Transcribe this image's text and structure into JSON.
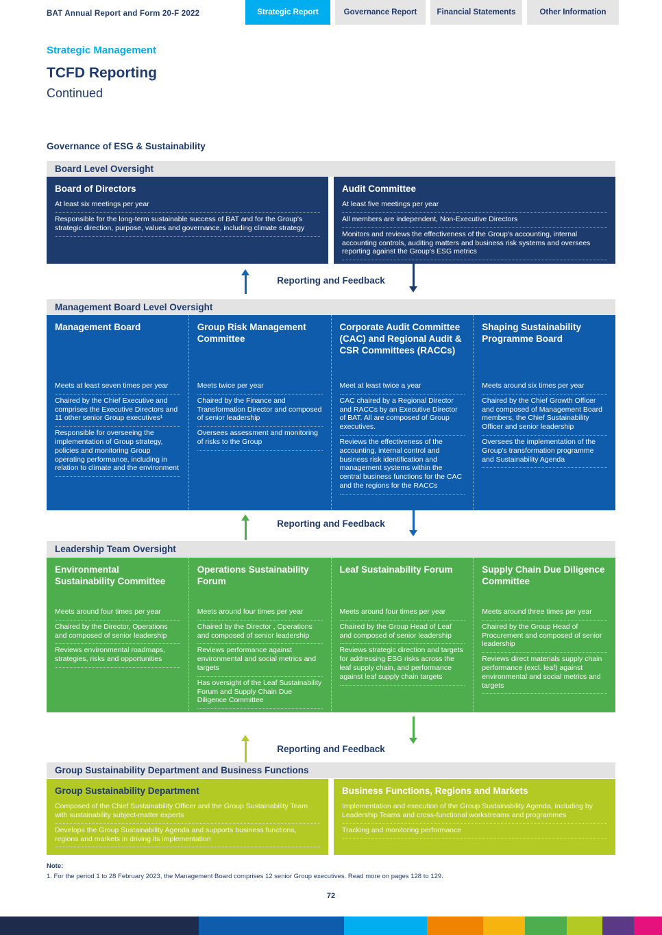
{
  "header": {
    "report_title": "BAT Annual Report and Form 20-F 2022",
    "tabs": [
      {
        "label": "Strategic Report",
        "active": true
      },
      {
        "label": "Governance Report",
        "active": false
      },
      {
        "label": "Financial Statements",
        "active": false
      },
      {
        "label": "Other Information",
        "active": false
      }
    ]
  },
  "page": {
    "section_label": "Strategic Management",
    "title": "TCFD Reporting",
    "subtitle": "Continued",
    "diagram_title": "Governance of ESG & Sustainability",
    "page_number": "72"
  },
  "sections": [
    {
      "bar_label": "Board Level Oversight",
      "boxes": [
        {
          "title": "Board of Directors",
          "items": [
            "At least six meetings per year",
            "Responsible for the long-term sustainable success of BAT and for the Group's strategic direction, purpose, values and governance, including climate strategy"
          ]
        },
        {
          "title": "Audit Committee",
          "items": [
            "At least five meetings per year",
            "All members are independent, Non-Executive Directors",
            "Monitors and reviews the effectiveness of the Group's accounting, internal accounting controls, auditing matters and business risk systems and oversees reporting against the Group's ESG metrics"
          ]
        }
      ]
    },
    {
      "bar_label": "Management Board Level Oversight",
      "boxes": [
        {
          "title": "Management Board",
          "items": [
            "Meets at least seven times per year",
            "Chaired by the Chief Executive and comprises the Executive Directors and 11 other senior Group executives¹",
            "Responsible for overseeing the implementation of Group strategy, policies and monitoring Group operating performance, including in relation to climate and the environment"
          ]
        },
        {
          "title": "Group Risk Management Committee",
          "items": [
            "Meets twice per year",
            "Chaired by the Finance and Transformation Director and composed of senior leadership",
            "Oversees assessment and monitoring of risks to the Group"
          ]
        },
        {
          "title": "Corporate Audit Committee (CAC) and Regional Audit & CSR Committees (RACCs)",
          "items": [
            "Meet at least twice a year",
            "CAC chaired by a Regional Director and RACCs by an Executive Director of BAT. All are composed of Group executives.",
            "Reviews the effectiveness of the accounting, internal control and business risk identification and management systems within the central business functions for the CAC and the regions for the RACCs"
          ]
        },
        {
          "title": "Shaping Sustainability Programme Board",
          "items": [
            "Meets around six times per year",
            "Chaired by the Chief Growth Officer and composed of Management Board members, the Chief Sustainability Officer and senior leadership",
            "Oversees the implementation of the Group's transformation programme and Sustainability Agenda"
          ]
        }
      ]
    },
    {
      "bar_label": "Leadership Team Oversight",
      "boxes": [
        {
          "title": "Environmental Sustainability Committee",
          "items": [
            "Meets around four times per year",
            "Chaired by the Director, Operations and composed of senior leadership",
            "Reviews environmental roadmaps, strategies, risks and opportunities"
          ]
        },
        {
          "title": "Operations Sustainability Forum",
          "items": [
            "Meets around four times per year",
            "Chaired by the Director , Operations and composed of senior leadership",
            "Reviews performance against environmental and social metrics and targets",
            "Has oversight of the Leaf Sustainability Forum and Supply Chain Due Diligence Committee"
          ]
        },
        {
          "title": "Leaf Sustainability Forum",
          "items": [
            "Meets around four times per year",
            "Chaired by the Group Head of Leaf and composed of senior leadership",
            "Reviews strategic direction and targets for addressing ESG risks across the leaf supply chain, and performance against leaf supply chain targets"
          ]
        },
        {
          "title": "Supply Chain Due Diligence Committee",
          "items": [
            "Meets around three times per year",
            "Chaired by the Group Head of Procurement and composed of senior leadership",
            "Reviews direct materials supply chain performance (excl. leaf) against environmental and social metrics and targets"
          ]
        }
      ]
    },
    {
      "bar_label": "Group Sustainability Department and Business Functions",
      "boxes": [
        {
          "title": "Group Sustainability Department",
          "items": [
            "Composed of the Chief Sustainability Officer and the Group Sustainability Team with sustainability subject-matter experts",
            "Develops the Group Sustainability Agenda and supports business functions, regions and markets in driving its implementation"
          ]
        },
        {
          "title": "Business Functions, Regions and Markets",
          "items": [
            "Implementation and execution of the Group Sustainability Agenda, including by Leadership Teams and cross-functional workstreams and programmes",
            "Tracking and monitoring performance"
          ]
        }
      ]
    }
  ],
  "dividers": [
    {
      "label": "Reporting and Feedback",
      "up_color": "#1565b4",
      "down_color": "#1d3b6d"
    },
    {
      "label": "Reporting and Feedback",
      "up_color": "#4ead4c",
      "down_color": "#1565b4"
    },
    {
      "label": "Reporting and Feedback",
      "up_color": "#b2ca23",
      "down_color": "#4ead4c"
    }
  ],
  "note": {
    "label": "Note:",
    "text": "1.   For the period 1 to 28 February 2023, the Management Board comprises 12 senior Group executives. Read more on pages 128 to 129."
  },
  "colors": {
    "accent_cyan": "#00aeef",
    "navy_text": "#1f3a6e",
    "section_bar_bg": "#e3e3e3",
    "tab_inactive_bg": "#e5e5e5",
    "board_level_box": "#1d3b6d",
    "management_level_box": "#0e5cab",
    "leadership_level_box": "#4ead4c",
    "department_level_box": "#b2ca23"
  },
  "footer_bar": {
    "segments": [
      {
        "color": "#1e2b4d",
        "width_pct": 30.0
      },
      {
        "color": "#0e5cab",
        "width_pct": 22.0
      },
      {
        "color": "#00aeef",
        "width_pct": 12.5
      },
      {
        "color": "#f08300",
        "width_pct": 8.5
      },
      {
        "color": "#f6b40e",
        "width_pct": 6.3
      },
      {
        "color": "#4ead4c",
        "width_pct": 6.3
      },
      {
        "color": "#b2ca23",
        "width_pct": 5.4
      },
      {
        "color": "#5a3a86",
        "width_pct": 4.8
      },
      {
        "color": "#e5127d",
        "width_pct": 4.2
      }
    ]
  }
}
